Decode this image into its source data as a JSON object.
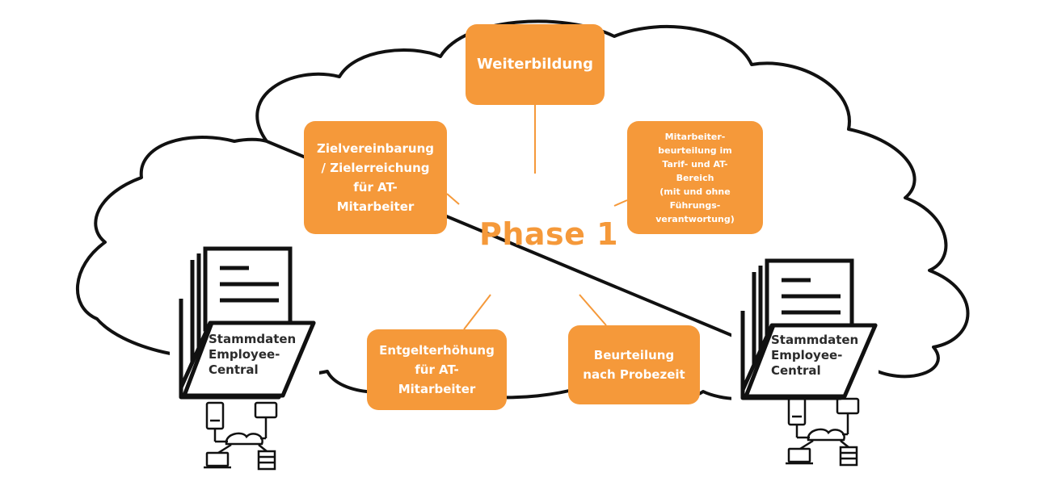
{
  "center": {
    "label": "Phase 1"
  },
  "boxes": {
    "weiterbildung": "Weiterbildung",
    "zielvereinbarung": "Zielvereinbarung\n/ Zielerreichung\nfür AT-\nMitarbeiter",
    "mitarbeiterbeurteilung": "Mitarbeiter-\nbeurteilung im\nTarif- und AT-\nBereich\n(mit und ohne\nFührungs-\nverantwortung)",
    "entgelterhoehung": "Entgelterhöhung\nfür AT-\nMitarbeiter",
    "beurteilung_probezeit": "Beurteilung\nnach Probezeit"
  },
  "folders": {
    "left": "Stammdaten\nEmployee-\nCentral",
    "right": "Stammdaten\nEmployee-\nCentral"
  },
  "colors": {
    "accent": "#F5993A",
    "outline": "#111111"
  },
  "icons": [
    "cloud-outline-icon",
    "folder-documents-icon",
    "network-devices-icon"
  ]
}
